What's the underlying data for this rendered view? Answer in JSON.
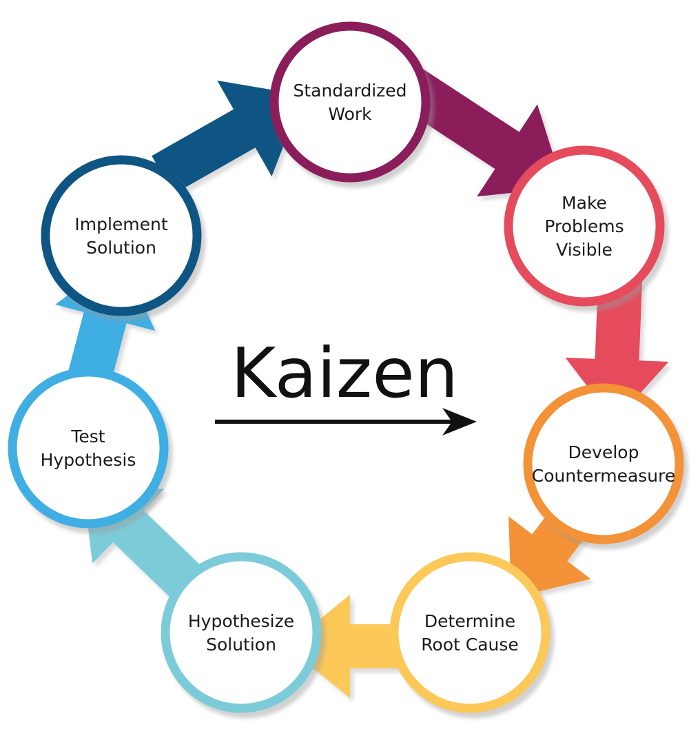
{
  "title": "Kaizen",
  "steps": [
    {
      "id": "standardized-work",
      "lines": [
        "Standardized",
        "Work"
      ],
      "color": "#8b1d5b"
    },
    {
      "id": "make-problems-visible",
      "lines": [
        "Make",
        "Problems",
        "Visible"
      ],
      "color": "#e54b5c"
    },
    {
      "id": "develop-countermeasure",
      "lines": [
        "Develop",
        "Countermeasure"
      ],
      "color": "#f39237"
    },
    {
      "id": "determine-root-cause",
      "lines": [
        "Determine",
        "Root Cause"
      ],
      "color": "#fcc858"
    },
    {
      "id": "hypothesize-solution",
      "lines": [
        "Hypothesize",
        "Solution"
      ],
      "color": "#7ccbd9"
    },
    {
      "id": "test-hypothesis",
      "lines": [
        "Test",
        "Hypothesis"
      ],
      "color": "#3eaee3"
    },
    {
      "id": "implement-solution",
      "lines": [
        "Implement",
        "Solution"
      ],
      "color": "#0f5583"
    }
  ],
  "colors": {
    "title": "#111111",
    "title_arrow": "#111111",
    "circle_fill": "#ffffff",
    "shadow": "#9a9a9a"
  }
}
